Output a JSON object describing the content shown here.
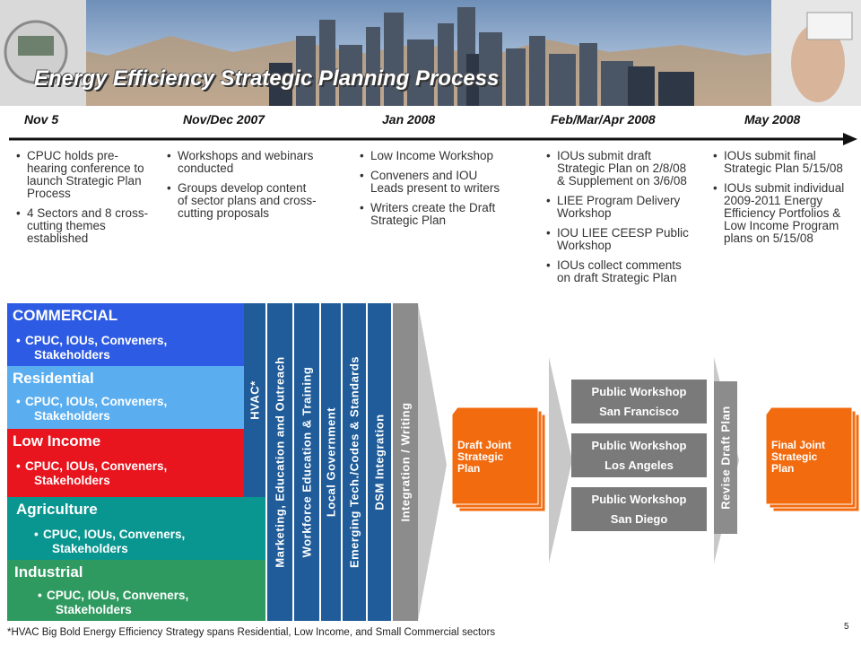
{
  "title": "Energy Efficiency Strategic Planning Process",
  "timeline": {
    "dates": [
      "Nov 5",
      "Nov/Dec 2007",
      "Jan 2008",
      "Feb/Mar/Apr 2008",
      "May 2008"
    ],
    "columns": [
      [
        "CPUC holds pre-hearing conference to launch Strategic Plan Process",
        "4 Sectors and 8 cross-cutting themes established"
      ],
      [
        "Workshops and webinars conducted",
        "Groups develop content of sector plans and cross-cutting proposals"
      ],
      [
        "Low Income Workshop",
        "Conveners and IOU Leads present to writers",
        "Writers create the Draft Strategic Plan"
      ],
      [
        "IOUs submit draft Strategic Plan on 2/8/08 & Supplement on 3/6/08",
        "LIEE Program Delivery Workshop",
        "IOU LIEE CEESP Public Workshop",
        "IOUs collect comments on draft Strategic Plan"
      ],
      [
        "IOUs submit final Strategic Plan 5/15/08",
        "IOUs submit individual 2009-2011 Energy Efficiency Portfolios & Low Income Program plans on 5/15/08"
      ]
    ]
  },
  "sectors": [
    {
      "name": "COMMERCIAL",
      "desc_1": "CPUC, IOUs, Conveners,",
      "desc_2": "Stakeholders",
      "color": "#2d5be3"
    },
    {
      "name": "Residential",
      "desc_1": "CPUC, IOUs, Conveners,",
      "desc_2": "Stakeholders",
      "color": "#5aaef0"
    },
    {
      "name": "Low Income",
      "desc_1": "CPUC, IOUs, Conveners,",
      "desc_2": "Stakeholders",
      "color": "#e8141e"
    },
    {
      "name": "Agriculture",
      "desc_1": "CPUC, IOUs, Conveners,",
      "desc_2": "Stakeholders",
      "color": "#0a9690"
    },
    {
      "name": "Industrial",
      "desc_1": "CPUC, IOUs, Conveners,",
      "desc_2": "Stakeholders",
      "color": "#2e9a60"
    }
  ],
  "hvac": "HVAC*",
  "themes": [
    "Marketing, Education and Outreach",
    "Workforce Education & Training",
    "Local Government",
    "Emerging Tech./Codes & Standards",
    "DSM Integration"
  ],
  "integration": "Integration / Writing",
  "draft_plan": "Draft Joint Strategic Plan",
  "workshops": [
    {
      "line1": "Public Workshop",
      "line2": "San Francisco"
    },
    {
      "line1": "Public Workshop",
      "line2": "Los Angeles"
    },
    {
      "line1": "Public Workshop",
      "line2": "San Diego"
    }
  ],
  "revise": "Revise Draft Plan",
  "final_plan": "Final Joint Strategic Plan",
  "footnote": "*HVAC Big Bold Energy Efficiency Strategy spans Residential, Low Income, and Small Commercial sectors",
  "page_number": "5",
  "colors": {
    "theme_bar": "#1f5c99",
    "integration_bar": "#8c8c8c",
    "plan_orange": "#f26b0f",
    "workshop_gray": "#7a7a7a"
  }
}
